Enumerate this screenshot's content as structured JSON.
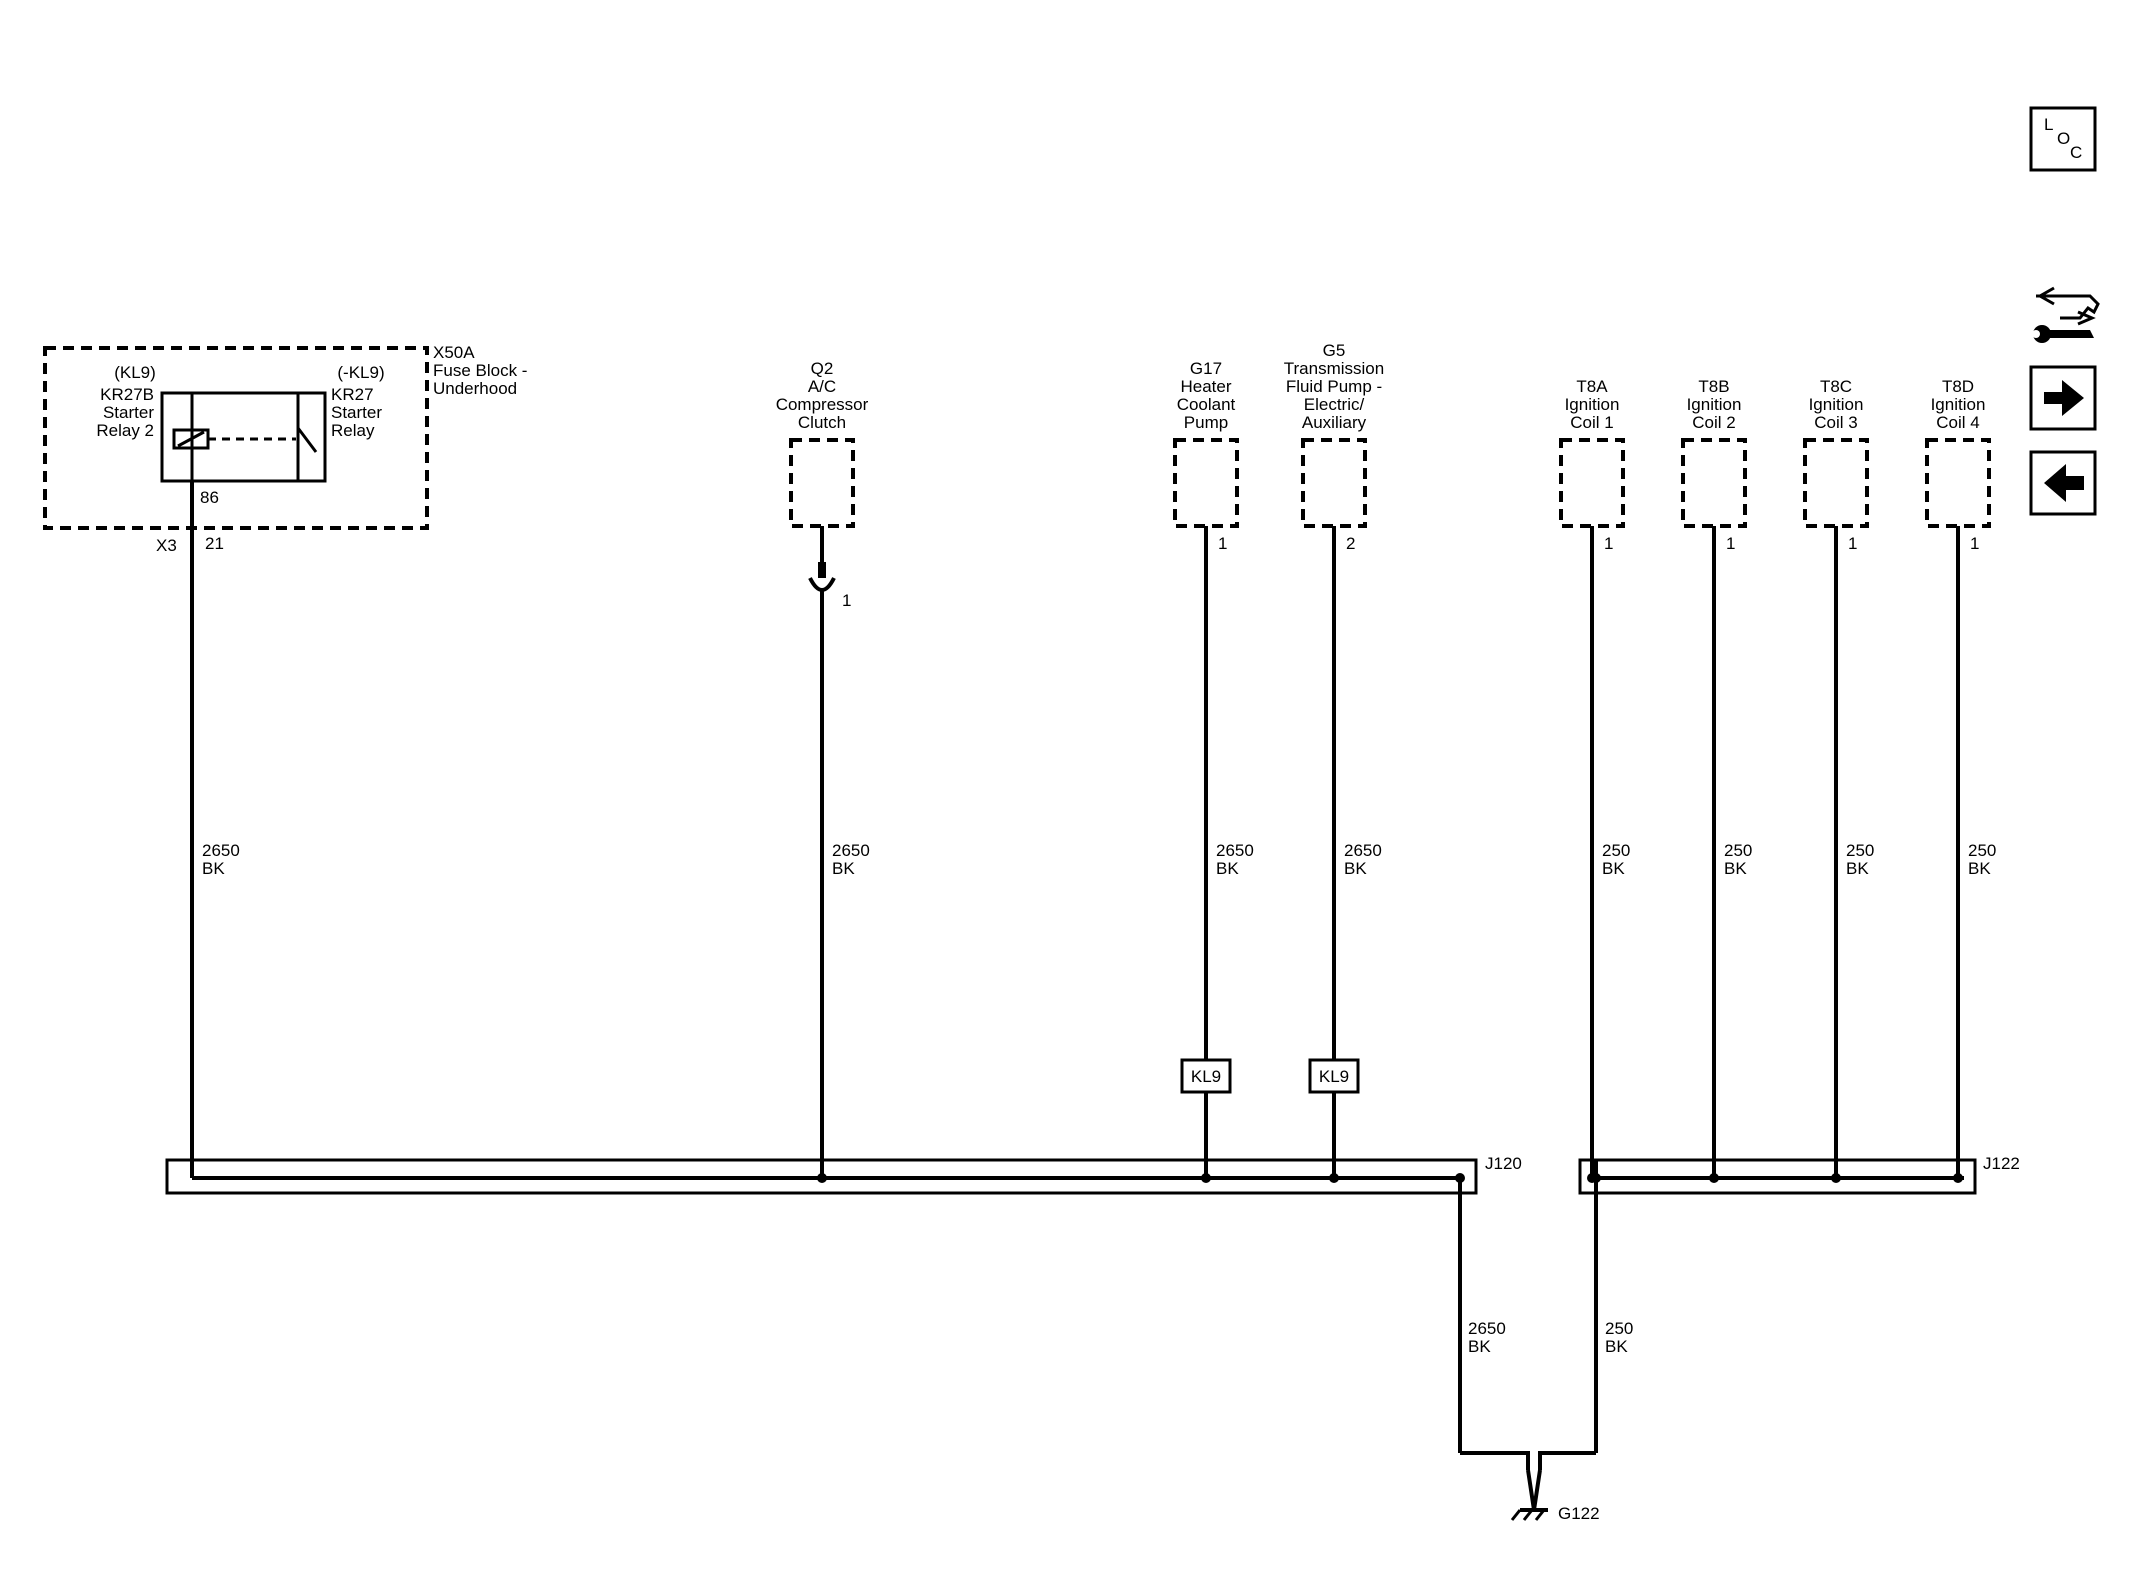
{
  "fuse_block": {
    "id": "X50A",
    "name_line1": "Fuse Block -",
    "name_line2": "Underhood",
    "connector": "X3",
    "pin": "21",
    "relay_left": {
      "option": "(KL9)",
      "id": "KR27B",
      "name_line1": "Starter",
      "name_line2": "Relay 2",
      "pin": "86"
    },
    "relay_right": {
      "option": "(-KL9)",
      "id": "KR27",
      "name_line1": "Starter",
      "name_line2": "Relay"
    }
  },
  "components": [
    {
      "lines": [
        "Q2",
        "A/C",
        "Compressor",
        "Clutch"
      ],
      "pin": "1",
      "wire_circuit": "2650",
      "wire_color": "BK"
    },
    {
      "lines": [
        "G17",
        "Heater",
        "Coolant",
        "Pump"
      ],
      "pin": "1",
      "wire_circuit": "2650",
      "wire_color": "BK",
      "option": "KL9"
    },
    {
      "lines": [
        "G5",
        "Transmission",
        "Fluid Pump -",
        "Electric/",
        "Auxiliary"
      ],
      "pin": "2",
      "wire_circuit": "2650",
      "wire_color": "BK",
      "option": "KL9"
    },
    {
      "lines": [
        "T8A",
        "Ignition",
        "Coil 1"
      ],
      "pin": "1",
      "wire_circuit": "250",
      "wire_color": "BK"
    },
    {
      "lines": [
        "T8B",
        "Ignition",
        "Coil 2"
      ],
      "pin": "1",
      "wire_circuit": "250",
      "wire_color": "BK"
    },
    {
      "lines": [
        "T8C",
        "Ignition",
        "Coil 3"
      ],
      "pin": "1",
      "wire_circuit": "250",
      "wire_color": "BK"
    },
    {
      "lines": [
        "T8D",
        "Ignition",
        "Coil 4"
      ],
      "pin": "1",
      "wire_circuit": "250",
      "wire_color": "BK"
    }
  ],
  "relay_wire": {
    "circuit": "2650",
    "color": "BK"
  },
  "splices": {
    "left": "J120",
    "right": "J122"
  },
  "ground_wires": [
    {
      "circuit": "2650",
      "color": "BK"
    },
    {
      "circuit": "250",
      "color": "BK"
    }
  ],
  "ground": {
    "id": "G122"
  },
  "toolbar": {
    "loc_label": [
      "L",
      "O",
      "C"
    ],
    "service_icon": "connector-wrench-icon",
    "next_icon": "arrow-right-icon",
    "prev_icon": "arrow-left-icon"
  }
}
